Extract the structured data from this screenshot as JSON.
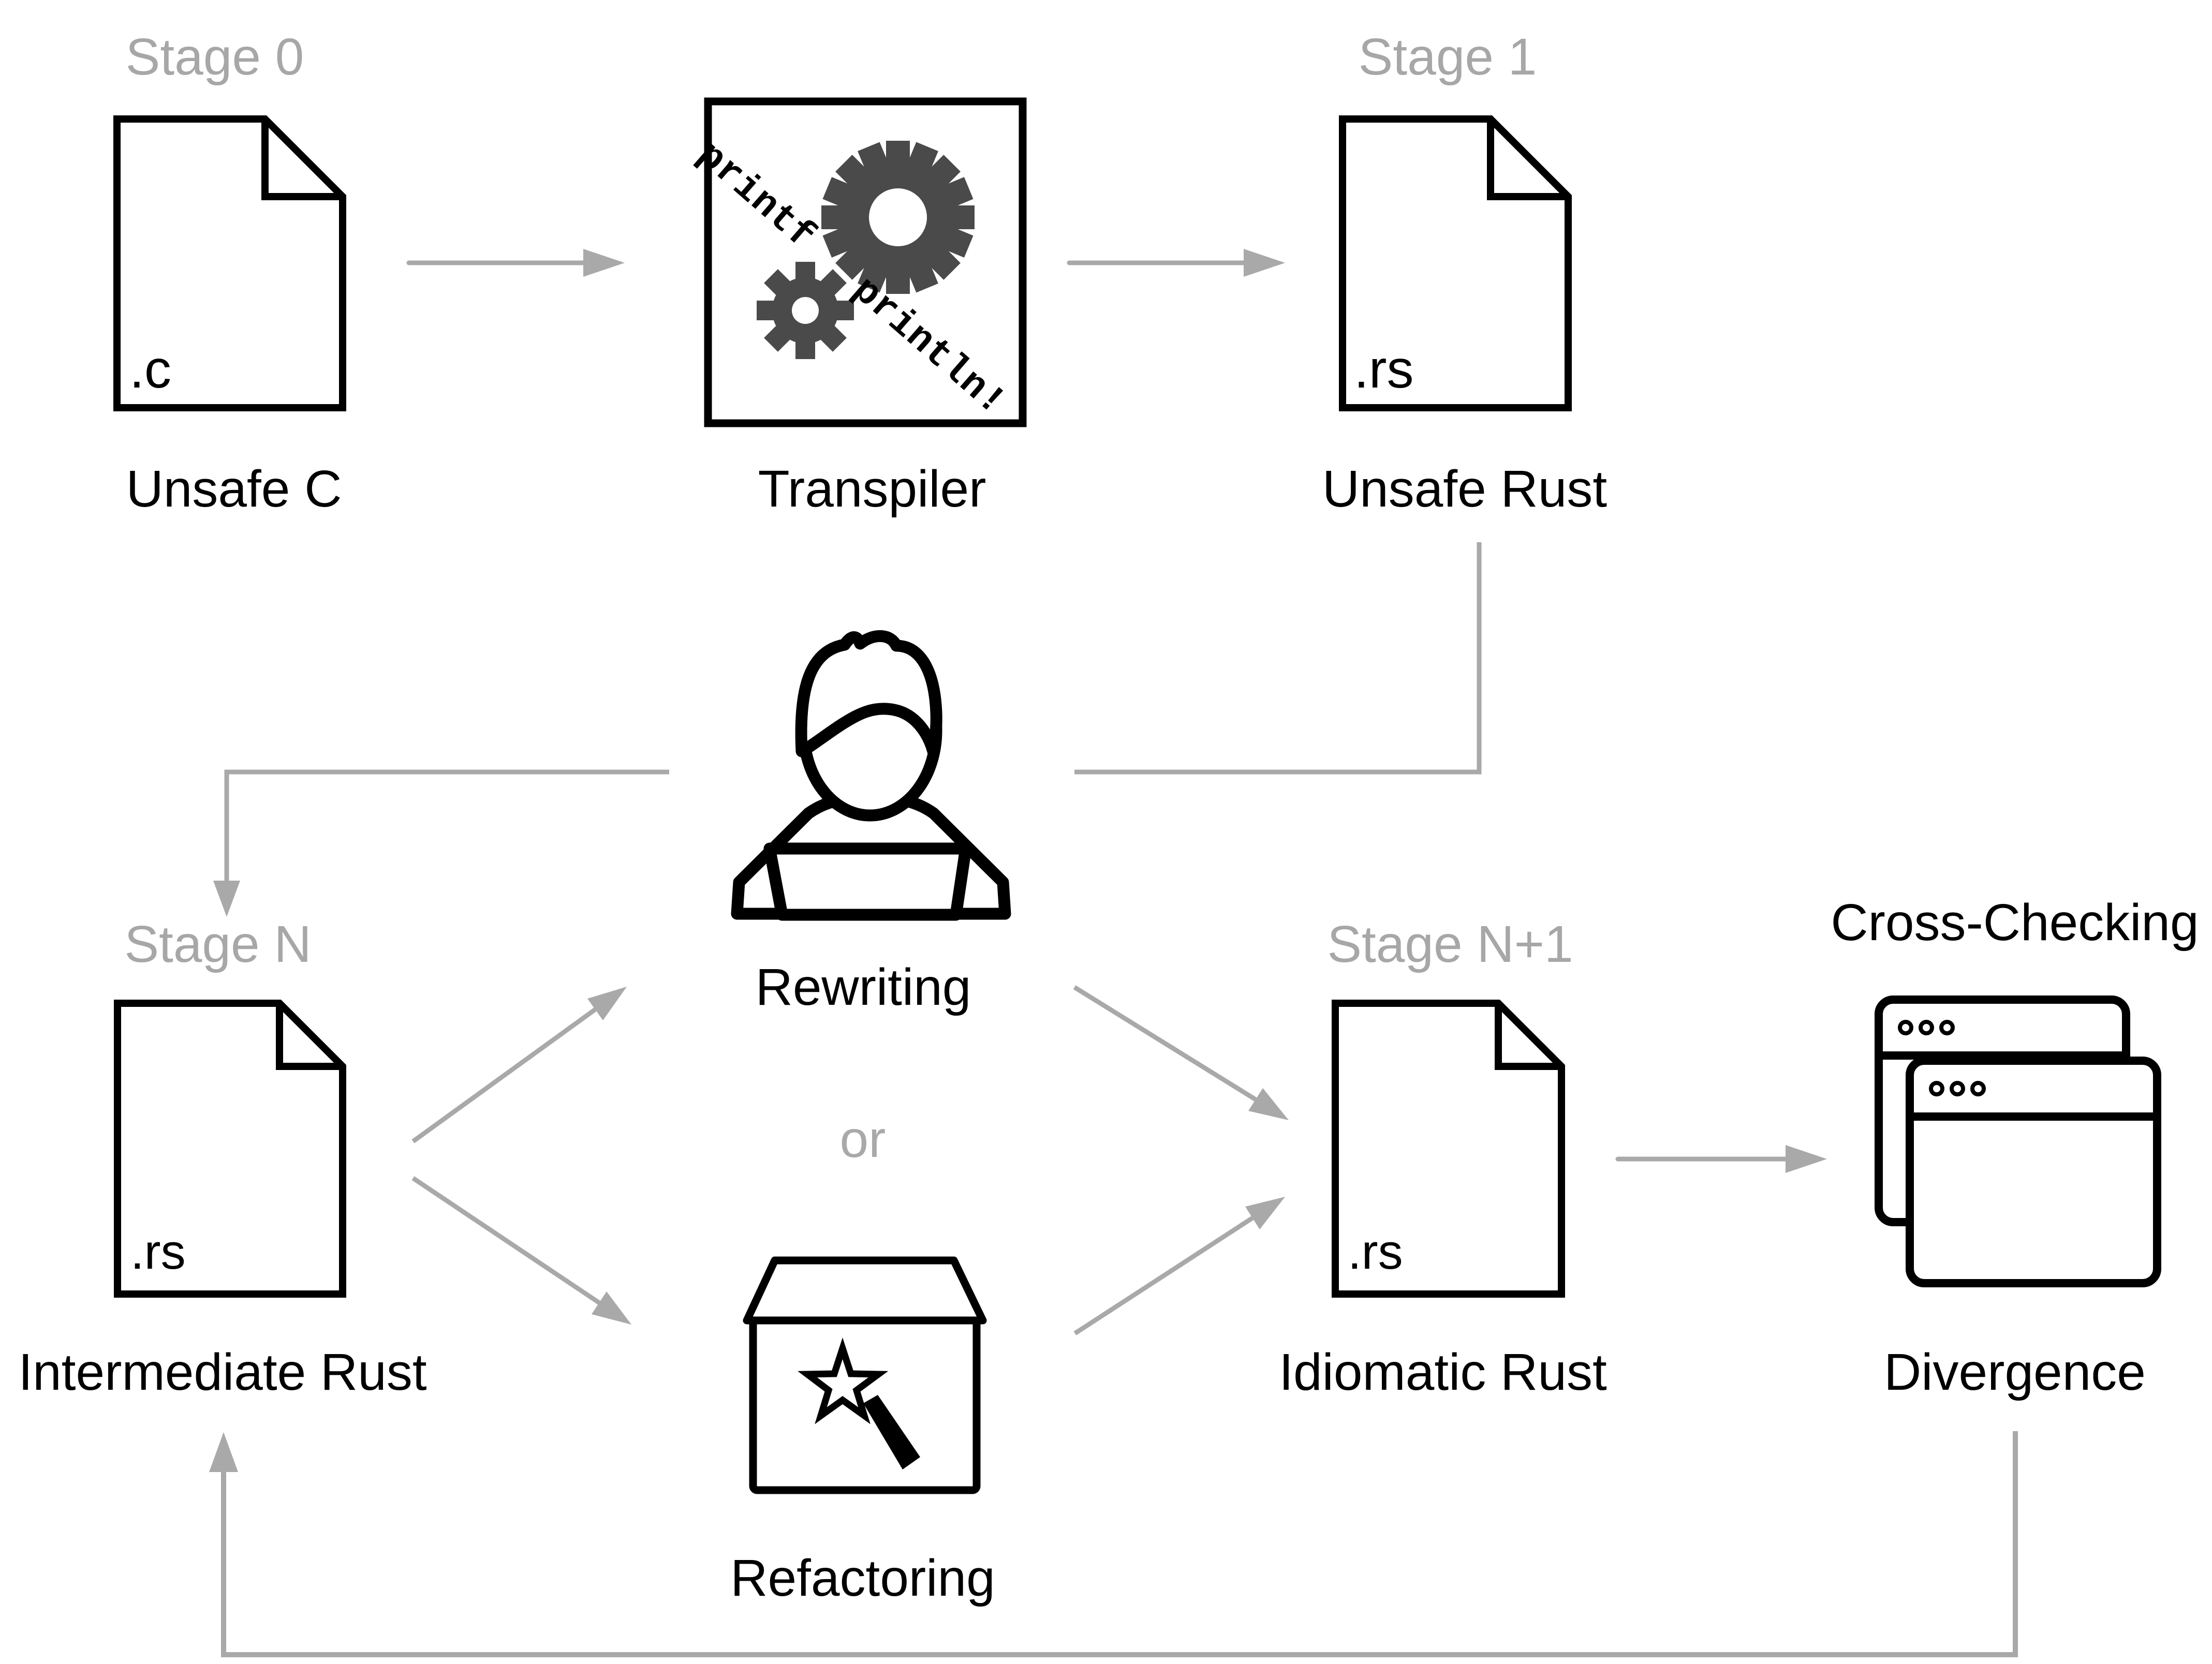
{
  "colors": {
    "ink": "#000000",
    "gear_gray": "#4a4a4a",
    "line_gray": "#a9a9a9",
    "stage_label_gray": "#a7a7a7",
    "background": "#ffffff"
  },
  "nodes": {
    "stage0": {
      "stage_label": "Stage 0",
      "file_ext": ".c",
      "caption": "Unsafe C",
      "icon": "c-file-icon"
    },
    "transpiler": {
      "caption": "Transpiler",
      "code_text": "printf println!",
      "icon": "gears-icon"
    },
    "stage1": {
      "stage_label": "Stage 1",
      "file_ext": ".rs",
      "caption": "Unsafe Rust",
      "icon": "rs-file-icon"
    },
    "rewriting": {
      "caption": "Rewriting",
      "icon": "person-at-laptop-icon"
    },
    "or_connector": {
      "label": "or"
    },
    "stage_n": {
      "stage_label": "Stage N",
      "file_ext": ".rs",
      "caption": "Intermediate Rust",
      "icon": "rs-file-icon"
    },
    "refactoring": {
      "caption": "Refactoring",
      "icon": "magic-wand-box-icon"
    },
    "stage_n1": {
      "stage_label": "Stage N+1",
      "file_ext": ".rs",
      "caption": "Idiomatic Rust",
      "icon": "rs-file-icon"
    },
    "cross_checking": {
      "title": "Cross-Checking",
      "caption": "Divergence",
      "icon": "overlapping-windows-icon"
    }
  },
  "edges": [
    {
      "from": "unsafe_c",
      "to": "transpiler"
    },
    {
      "from": "transpiler",
      "to": "unsafe_rust"
    },
    {
      "from": "unsafe_rust",
      "to": "stage_n_intermediate_rust"
    },
    {
      "from": "intermediate_rust",
      "to": "rewriting"
    },
    {
      "from": "intermediate_rust",
      "to": "refactoring"
    },
    {
      "from": "rewriting",
      "to": "idiomatic_rust"
    },
    {
      "from": "refactoring",
      "to": "idiomatic_rust"
    },
    {
      "from": "idiomatic_rust",
      "to": "cross_checking_divergence"
    },
    {
      "from": "divergence",
      "to": "intermediate_rust"
    }
  ]
}
